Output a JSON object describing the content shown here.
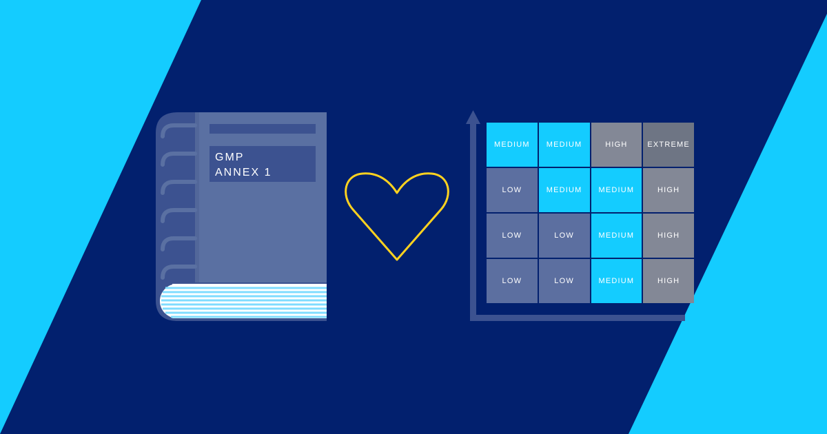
{
  "colors": {
    "background": "#02206e",
    "accent": "#14ccff",
    "heart": "#ffd21f",
    "book": "#5a70a2",
    "book_dark": "#3c5290"
  },
  "icons": {
    "book": "book-icon",
    "heart": "heart-icon",
    "matrix_arrow": "arrow-up-icon"
  },
  "book": {
    "title_line1": "GMP",
    "title_line2": "ANNEX 1"
  },
  "risk_matrix": {
    "rows": [
      [
        {
          "label": "MEDIUM",
          "level": "medium"
        },
        {
          "label": "MEDIUM",
          "level": "medium"
        },
        {
          "label": "HIGH",
          "level": "high"
        },
        {
          "label": "EXTREME",
          "level": "extreme"
        }
      ],
      [
        {
          "label": "LOW",
          "level": "low"
        },
        {
          "label": "MEDIUM",
          "level": "medium"
        },
        {
          "label": "MEDIUM",
          "level": "medium"
        },
        {
          "label": "HIGH",
          "level": "high"
        }
      ],
      [
        {
          "label": "LOW",
          "level": "low"
        },
        {
          "label": "LOW",
          "level": "low"
        },
        {
          "label": "MEDIUM",
          "level": "medium"
        },
        {
          "label": "HIGH",
          "level": "high"
        }
      ],
      [
        {
          "label": "LOW",
          "level": "low"
        },
        {
          "label": "LOW",
          "level": "low"
        },
        {
          "label": "MEDIUM",
          "level": "medium"
        },
        {
          "label": "HIGH",
          "level": "high"
        }
      ]
    ],
    "level_colors": {
      "low": "#5c6fa0",
      "medium": "#14ccff",
      "high": "#838896",
      "extreme": "#6e7584"
    }
  }
}
